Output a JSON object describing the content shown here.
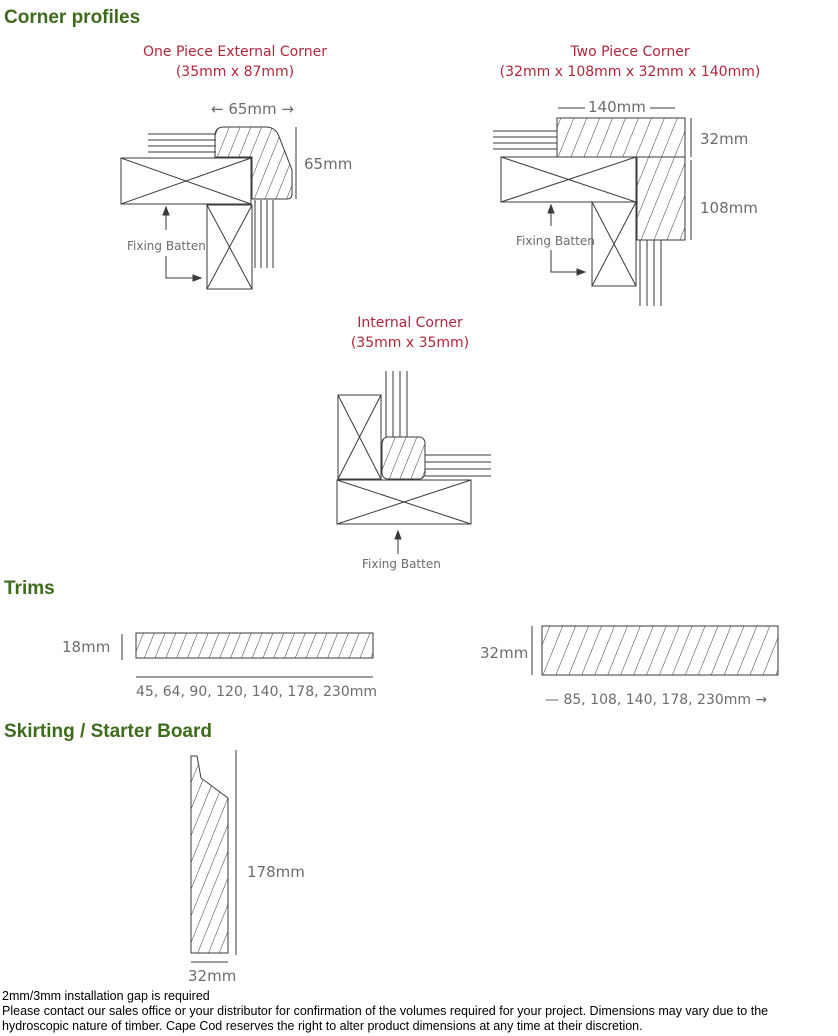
{
  "sections": {
    "corner": "Corner profiles",
    "trims": "Trims",
    "skirting": "Skirting / Starter Board"
  },
  "one_piece": {
    "title": "One Piece External Corner",
    "size": "(35mm x 87mm)",
    "width_label": "← 65mm →",
    "height_label": "65mm",
    "batten_label": "Fixing Batten"
  },
  "two_piece": {
    "title": "Two Piece Corner",
    "size": "(32mm x 108mm x 32mm x 140mm)",
    "width_label": "140mm",
    "thickness_label": "32mm",
    "height_label": "108mm",
    "batten_label": "Fixing Batten"
  },
  "internal": {
    "title": "Internal Corner",
    "size": "(35mm x 35mm)",
    "batten_label": "Fixing Batten"
  },
  "trim_small": {
    "thickness_label": "18mm",
    "widths_label": "45, 64, 90, 120, 140, 178, 230mm"
  },
  "trim_large": {
    "thickness_label": "32mm",
    "widths_label": "— 85, 108, 140, 178, 230mm →"
  },
  "skirting": {
    "height_label": "178mm",
    "thickness_label": "32mm"
  },
  "footer": {
    "line1": "2mm/3mm installation gap is required",
    "line2": "Please contact our sales office or your distributor for confirmation of the volumes required for your project. Dimensions may vary due to the hydroscopic nature of timber. Cape Cod reserves the right to alter product dimensions at any time at their discretion."
  },
  "colors": {
    "heading": "#3f6b1c",
    "title": "#b0263a",
    "label": "#6c6c6c",
    "line": "#3a3a3a"
  }
}
